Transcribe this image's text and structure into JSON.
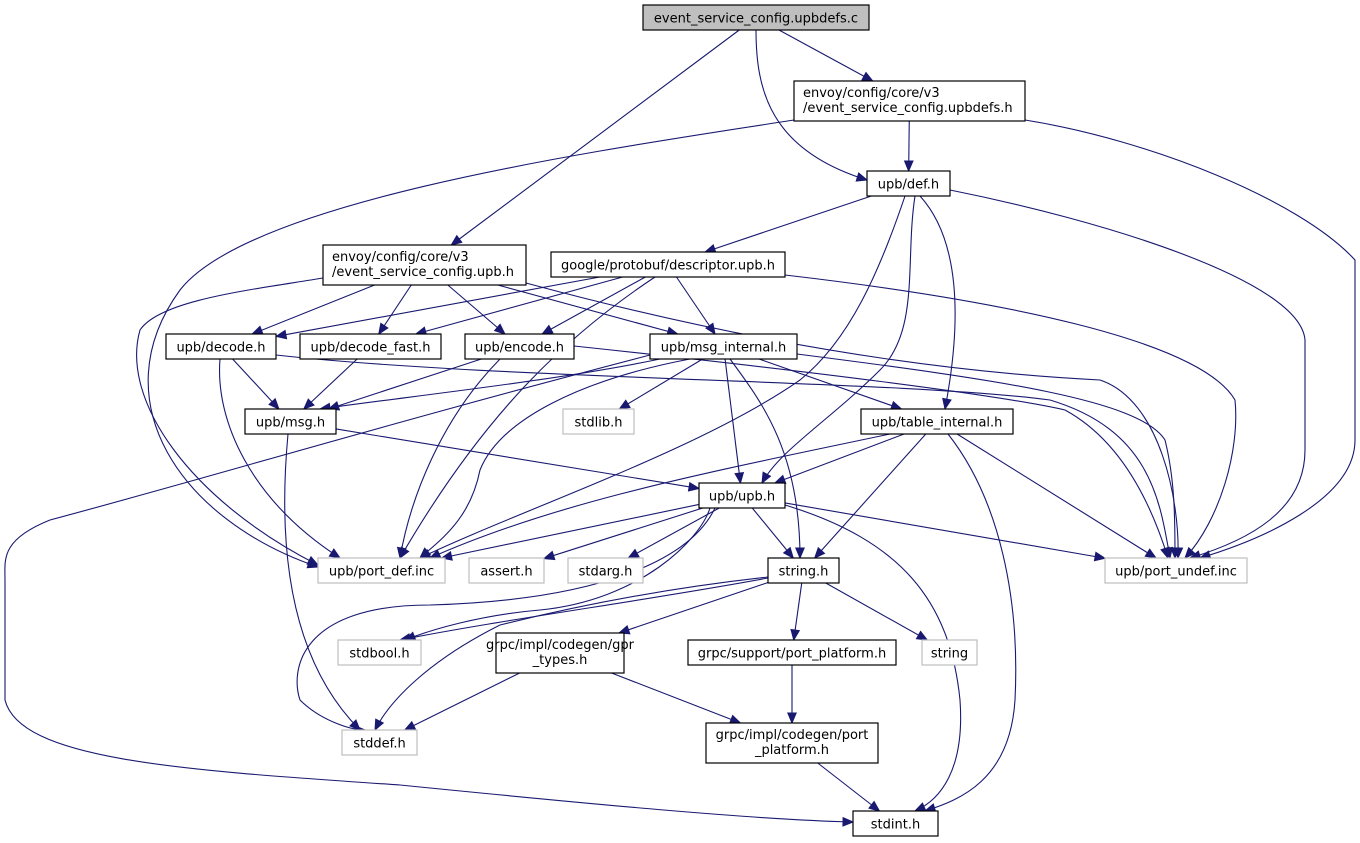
{
  "title": "event_service_config.upbdefs.c include dependency graph",
  "colors": {
    "edge": "#191970",
    "root_fill": "#bfbfbf",
    "system_border": "#bfbfbf"
  },
  "nodes": [
    {
      "id": "root",
      "lines": [
        "event_service_config.upbdefs.c"
      ],
      "kind": "root"
    },
    {
      "id": "upbdefs_h",
      "lines": [
        "envoy/config/core/v3",
        "/event_service_config.upbdefs.h"
      ],
      "kind": "normal"
    },
    {
      "id": "def_h",
      "lines": [
        "upb/def.h"
      ],
      "kind": "normal"
    },
    {
      "id": "upb_h_env",
      "lines": [
        "envoy/config/core/v3",
        "/event_service_config.upb.h"
      ],
      "kind": "normal"
    },
    {
      "id": "descriptor",
      "lines": [
        "google/protobuf/descriptor.upb.h"
      ],
      "kind": "normal"
    },
    {
      "id": "decode",
      "lines": [
        "upb/decode.h"
      ],
      "kind": "normal"
    },
    {
      "id": "decode_fast",
      "lines": [
        "upb/decode_fast.h"
      ],
      "kind": "normal"
    },
    {
      "id": "encode",
      "lines": [
        "upb/encode.h"
      ],
      "kind": "normal"
    },
    {
      "id": "msg_internal",
      "lines": [
        "upb/msg_internal.h"
      ],
      "kind": "normal"
    },
    {
      "id": "msg",
      "lines": [
        "upb/msg.h"
      ],
      "kind": "normal"
    },
    {
      "id": "stdlib",
      "lines": [
        "stdlib.h"
      ],
      "kind": "system"
    },
    {
      "id": "table_internal",
      "lines": [
        "upb/table_internal.h"
      ],
      "kind": "normal"
    },
    {
      "id": "upb",
      "lines": [
        "upb/upb.h"
      ],
      "kind": "normal"
    },
    {
      "id": "port_def",
      "lines": [
        "upb/port_def.inc"
      ],
      "kind": "system"
    },
    {
      "id": "assert",
      "lines": [
        "assert.h"
      ],
      "kind": "system"
    },
    {
      "id": "stdarg",
      "lines": [
        "stdarg.h"
      ],
      "kind": "system"
    },
    {
      "id": "string_h",
      "lines": [
        "string.h"
      ],
      "kind": "normal"
    },
    {
      "id": "port_undef",
      "lines": [
        "upb/port_undef.inc"
      ],
      "kind": "system"
    },
    {
      "id": "stdbool",
      "lines": [
        "stdbool.h"
      ],
      "kind": "system"
    },
    {
      "id": "gpr_types",
      "lines": [
        "grpc/impl/codegen/gpr",
        "_types.h"
      ],
      "kind": "normal"
    },
    {
      "id": "support_pp",
      "lines": [
        "grpc/support/port_platform.h"
      ],
      "kind": "normal"
    },
    {
      "id": "string",
      "lines": [
        "string"
      ],
      "kind": "system"
    },
    {
      "id": "stddef",
      "lines": [
        "stddef.h"
      ],
      "kind": "system"
    },
    {
      "id": "codegen_pp",
      "lines": [
        "grpc/impl/codegen/port",
        "_platform.h"
      ],
      "kind": "normal"
    },
    {
      "id": "stdint",
      "lines": [
        "stdint.h"
      ],
      "kind": "normal"
    }
  ],
  "edges": [
    [
      "root",
      "upb_h_env"
    ],
    [
      "root",
      "def_h"
    ],
    [
      "root",
      "upbdefs_h"
    ],
    [
      "upbdefs_h",
      "def_h"
    ],
    [
      "upbdefs_h",
      "port_def"
    ],
    [
      "upbdefs_h",
      "port_undef"
    ],
    [
      "def_h",
      "descriptor"
    ],
    [
      "def_h",
      "upb"
    ],
    [
      "def_h",
      "table_internal"
    ],
    [
      "def_h",
      "port_def"
    ],
    [
      "def_h",
      "port_undef"
    ],
    [
      "upb_h_env",
      "decode"
    ],
    [
      "upb_h_env",
      "decode_fast"
    ],
    [
      "upb_h_env",
      "encode"
    ],
    [
      "upb_h_env",
      "msg_internal"
    ],
    [
      "upb_h_env",
      "port_def"
    ],
    [
      "upb_h_env",
      "port_undef"
    ],
    [
      "descriptor",
      "decode"
    ],
    [
      "descriptor",
      "decode_fast"
    ],
    [
      "descriptor",
      "encode"
    ],
    [
      "descriptor",
      "msg_internal"
    ],
    [
      "descriptor",
      "port_def"
    ],
    [
      "descriptor",
      "port_undef"
    ],
    [
      "decode",
      "msg"
    ],
    [
      "decode",
      "port_def"
    ],
    [
      "decode",
      "port_undef"
    ],
    [
      "decode_fast",
      "msg"
    ],
    [
      "encode",
      "msg"
    ],
    [
      "encode",
      "port_def"
    ],
    [
      "encode",
      "port_undef"
    ],
    [
      "msg_internal",
      "msg"
    ],
    [
      "msg_internal",
      "stdlib"
    ],
    [
      "msg_internal",
      "table_internal"
    ],
    [
      "msg_internal",
      "upb"
    ],
    [
      "msg_internal",
      "string_h"
    ],
    [
      "msg_internal",
      "port_def"
    ],
    [
      "msg_internal",
      "port_undef"
    ],
    [
      "msg_internal",
      "stdint"
    ],
    [
      "msg",
      "upb"
    ],
    [
      "msg",
      "stddef"
    ],
    [
      "table_internal",
      "upb"
    ],
    [
      "table_internal",
      "string_h"
    ],
    [
      "table_internal",
      "port_def"
    ],
    [
      "table_internal",
      "port_undef"
    ],
    [
      "table_internal",
      "stdint"
    ],
    [
      "upb",
      "port_def"
    ],
    [
      "upb",
      "assert"
    ],
    [
      "upb",
      "stdarg"
    ],
    [
      "upb",
      "string_h"
    ],
    [
      "upb",
      "stdbool"
    ],
    [
      "upb",
      "stddef"
    ],
    [
      "upb",
      "stdint"
    ],
    [
      "upb",
      "port_undef"
    ],
    [
      "string_h",
      "stdbool"
    ],
    [
      "string_h",
      "stddef"
    ],
    [
      "string_h",
      "gpr_types"
    ],
    [
      "string_h",
      "support_pp"
    ],
    [
      "string_h",
      "string"
    ],
    [
      "gpr_types",
      "stddef"
    ],
    [
      "gpr_types",
      "codegen_pp"
    ],
    [
      "support_pp",
      "codegen_pp"
    ],
    [
      "codegen_pp",
      "stdint"
    ]
  ]
}
